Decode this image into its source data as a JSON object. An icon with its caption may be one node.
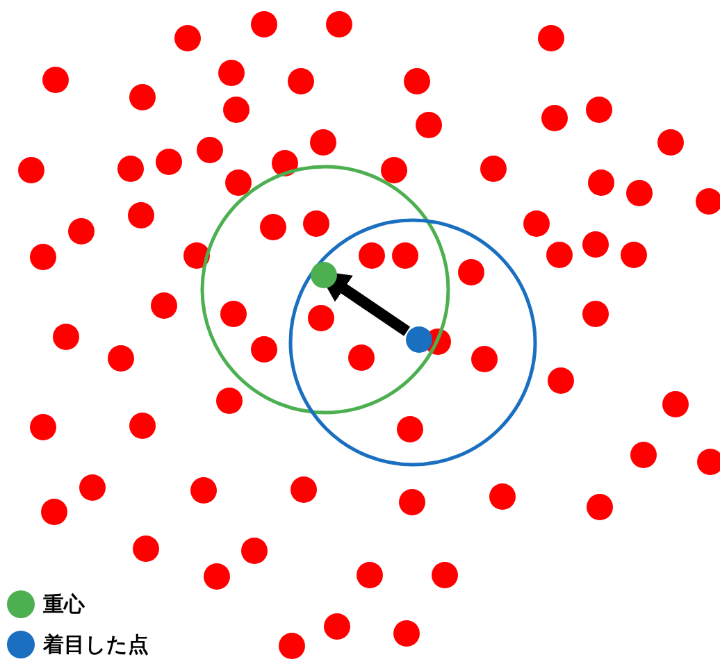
{
  "diagram": {
    "nodes": [
      {
        "text": [],
        "shape": "circle"
      },
      {
        "text": [],
        "shape": "circle"
      }
    ],
    "edges": [
      {
        "from": 1,
        "to": 0,
        "arrow": "to"
      }
    ],
    "legend": [
      {
        "text": "重心",
        "color": "#4caf50"
      },
      {
        "text": "着目した点",
        "color": "#1a6fc0"
      }
    ]
  }
}
